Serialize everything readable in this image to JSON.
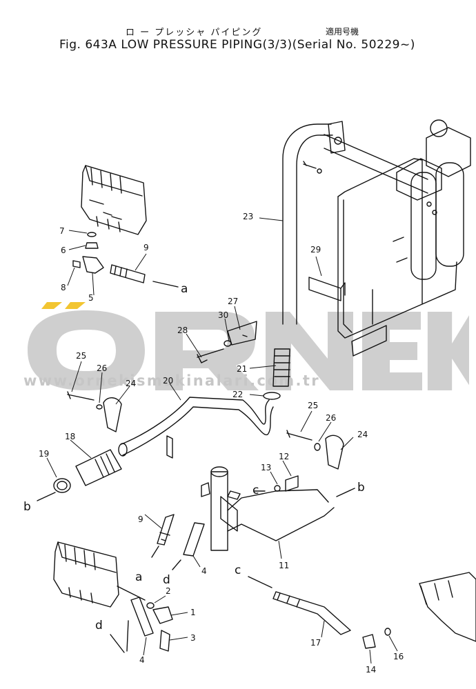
{
  "header": {
    "title_jp": "ロ ー プレッシャ パイピング",
    "title_jp_applicable": "適用号機",
    "title_en": "Fig. 643A  LOW  PRESSURE  PIPING(3/3)(Serial No. 50229~)"
  },
  "watermark": {
    "brand": "ÖRNEK",
    "url": "www.ornekismakinalari.com.tr",
    "color": "#c8c8c8",
    "accent_color": "#f2c531"
  },
  "callouts": [
    "1",
    "2",
    "3",
    "4",
    "4",
    "5",
    "6",
    "7",
    "8",
    "9",
    "9",
    "11",
    "12",
    "13",
    "14",
    "16",
    "17",
    "18",
    "19",
    "20",
    "21",
    "22",
    "23",
    "24",
    "24",
    "25",
    "25",
    "26",
    "26",
    "27",
    "28",
    "29",
    "30"
  ],
  "connection_letters": [
    "a",
    "a",
    "b",
    "b",
    "c",
    "c",
    "d",
    "d"
  ]
}
